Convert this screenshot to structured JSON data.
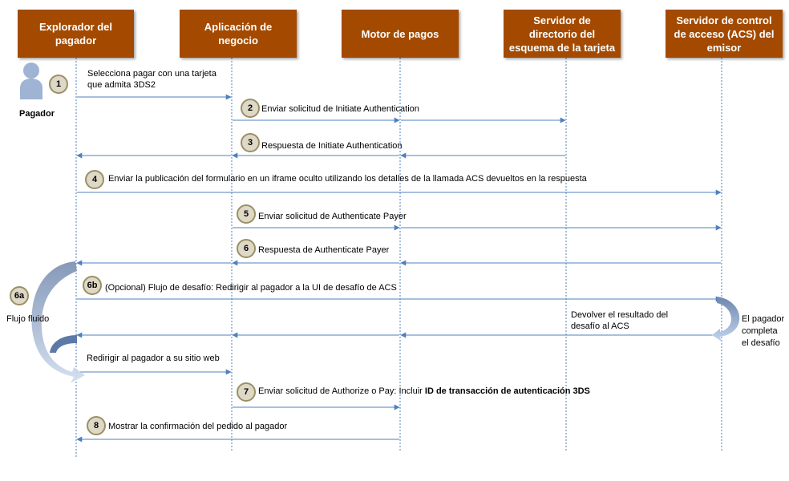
{
  "lanes": [
    {
      "label": "Explorador del pagador"
    },
    {
      "label": "Aplicación de negocio"
    },
    {
      "label": "Motor de pagos"
    },
    {
      "label": "Servidor de directorio del esquema de la tarjeta"
    },
    {
      "label": "Servidor de control de acceso (ACS) del emisor"
    }
  ],
  "actor": {
    "label": "Pagador",
    "icon": "person-icon"
  },
  "steps": [
    {
      "num": "1",
      "text": "Selecciona pagar con una tarjeta",
      "text2": "que admita 3DS2"
    },
    {
      "num": "2",
      "text": "Enviar solicitud de Initiate Authentication"
    },
    {
      "num": "3",
      "text": "Respuesta de Initiate Authentication"
    },
    {
      "num": "4",
      "text": "Enviar la publicación del formulario en un iframe oculto utilizando los detalles de la llamada ACS devueltos en la respuesta"
    },
    {
      "num": "5",
      "text": "Enviar solicitud de Authenticate Payer"
    },
    {
      "num": "6",
      "text": "Respuesta de Authenticate Payer"
    },
    {
      "num": "6b",
      "text": "(Opcional) Flujo de desafío: Redirigir al pagador a la UI de desafío de ACS"
    },
    {
      "num": "7",
      "text": "Enviar solicitud de Authorize o Pay: Incluir ",
      "bold": "ID de transacción de autenticación 3DS"
    },
    {
      "num": "8",
      "text": "Mostrar la confirmación del pedido al pagador"
    }
  ],
  "frictionless": {
    "num": "6a",
    "label": "Flujo fluido"
  },
  "challenge_result": {
    "line1": "Devolver el resultado del",
    "line2": "desafío al ACS"
  },
  "payer_completes": {
    "line1": "El pagador",
    "line2": "completa",
    "line3": "el desafío"
  },
  "redirect": {
    "text": "Redirigir al pagador a su sitio web"
  },
  "colors": {
    "lane_header": "#a34a00",
    "arrow": "#4f81bd",
    "lifeline": "#4f81bd",
    "circle_fill": "#ded8c6",
    "circle_border": "#9a8f66",
    "actor": "#9fb3d4"
  }
}
